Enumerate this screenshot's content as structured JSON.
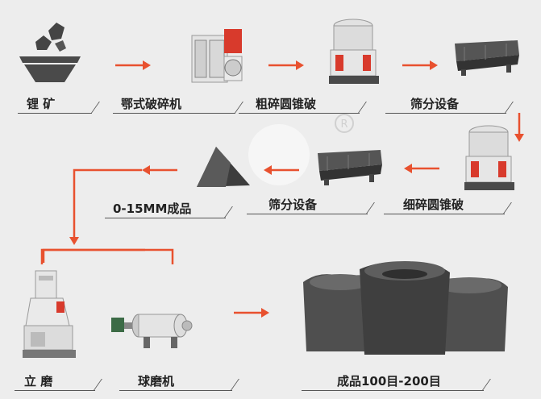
{
  "labels": {
    "ore": "锂 矿",
    "jaw_crusher": "鄂式破碎机",
    "coarse_cone": "粗碎圆锥破",
    "screen_1": "筛分设备",
    "fine_cone": "细碎圆锥破",
    "screen_2": "筛分设备",
    "product_small": "0-15MM成品",
    "vertical_mill": "立 磨",
    "ball_mill": "球磨机",
    "product_final": "成品100目-200目"
  },
  "colors": {
    "background": "#ededed",
    "arrow": "#e8512f",
    "dark_gray": "#4a4a4a",
    "machine_red": "#d83a2c"
  }
}
